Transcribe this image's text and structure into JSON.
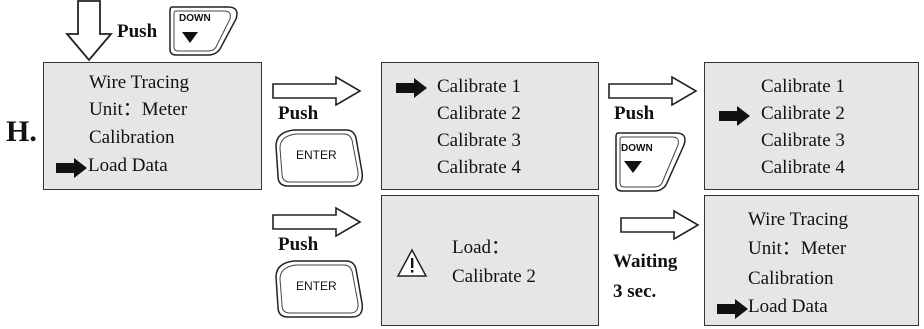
{
  "step_label": "H.",
  "top": {
    "push_label": "Push",
    "button_label": "DOWN"
  },
  "menu_box": {
    "lines": [
      "Wire Tracing",
      "Unit：Meter",
      "Calibration",
      "Load Data"
    ]
  },
  "arrow1": {
    "push_label": "Push",
    "button_label": "ENTER"
  },
  "calib_box_1": {
    "lines": [
      "Calibrate 1",
      "Calibrate 2",
      "Calibrate 3",
      "Calibrate 4"
    ]
  },
  "arrow2": {
    "push_label": "Push",
    "button_label": "DOWN"
  },
  "calib_box_2": {
    "lines": [
      "Calibrate 1",
      "Calibrate 2",
      "Calibrate 3",
      "Calibrate 4"
    ]
  },
  "arrow3": {
    "push_label": "Push",
    "button_label": "ENTER"
  },
  "load_box": {
    "lines": [
      "Load：",
      "Calibrate 2"
    ]
  },
  "arrow4": {
    "wait_lines": [
      "Waiting",
      "3 sec."
    ]
  },
  "result_box": {
    "lines": [
      "Wire Tracing",
      "Unit：Meter",
      "Calibration",
      "Load Data"
    ]
  }
}
